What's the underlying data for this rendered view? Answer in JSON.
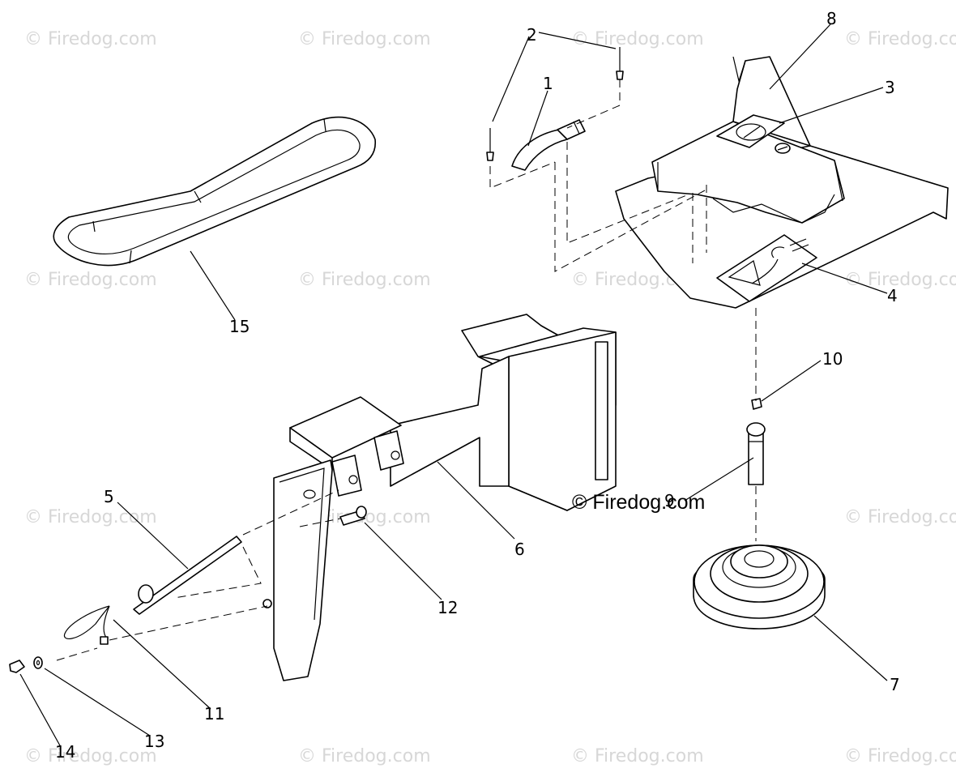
{
  "watermark": "© Firedog.com",
  "copyright": "© Firedog.com",
  "callouts": {
    "c1": "1",
    "c2": "2",
    "c3": "3",
    "c4": "4",
    "c5": "5",
    "c6": "6",
    "c7": "7",
    "c8": "8",
    "c9": "9",
    "c10": "10",
    "c11": "11",
    "c12": "12",
    "c13": "13",
    "c14": "14",
    "c15": "15"
  },
  "colors": {
    "line": "#000000",
    "watermark": "#d7d7d7",
    "background": "#ffffff"
  }
}
